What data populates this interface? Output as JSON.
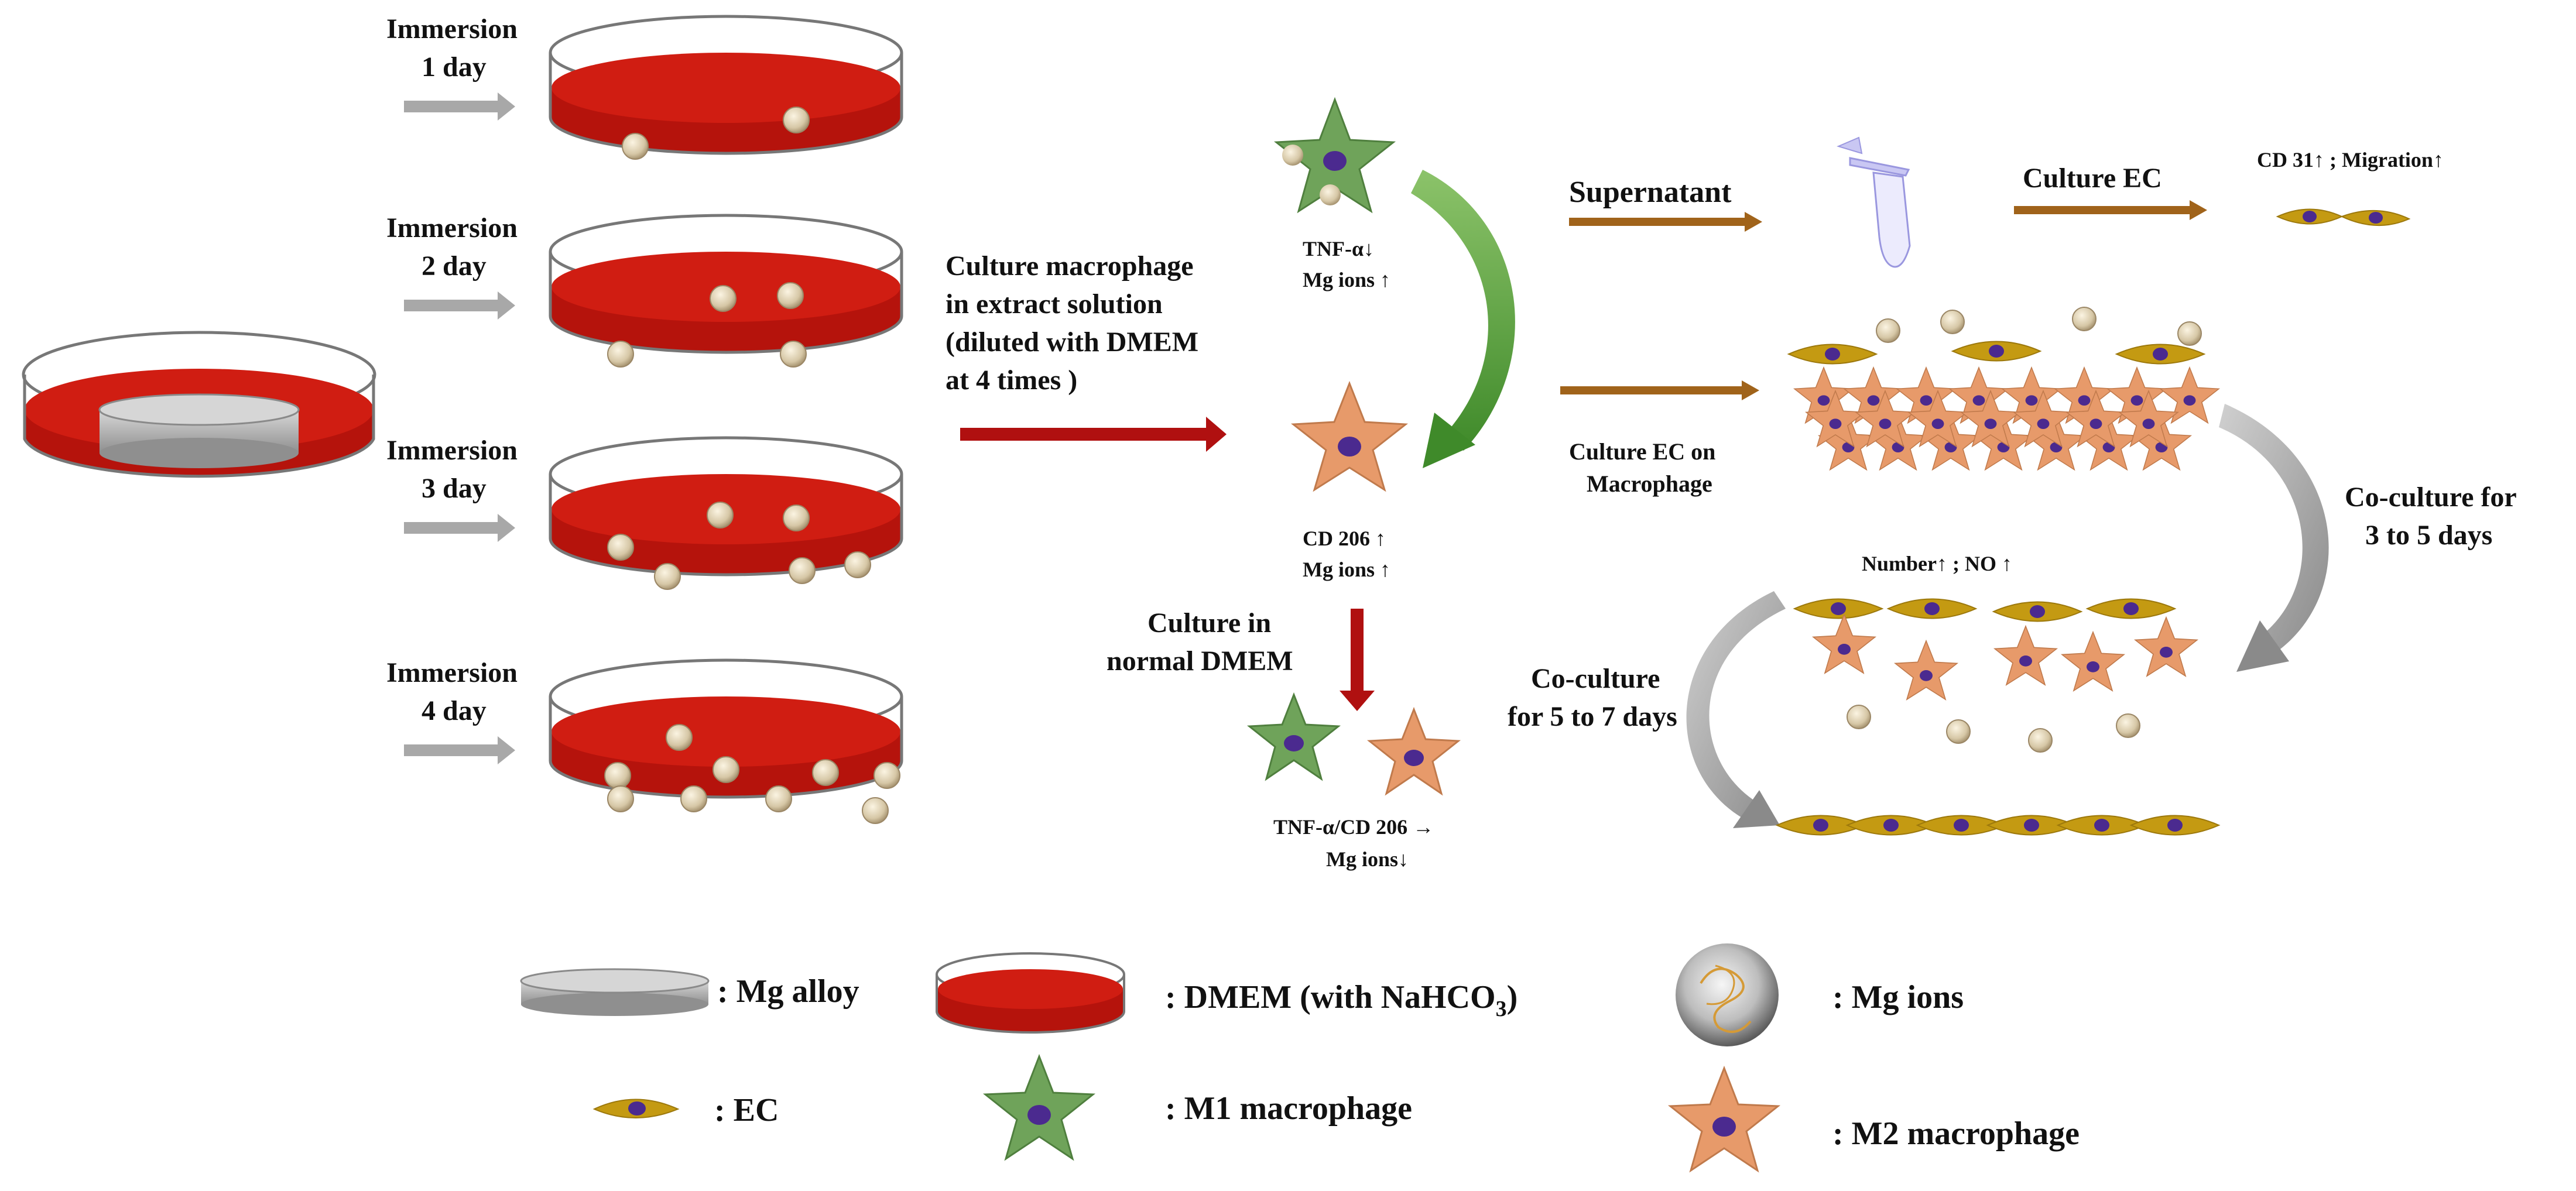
{
  "colors": {
    "medium_red": "#c8180f",
    "medium_dark": "#8e0c05",
    "dish_glass": "#ffffff",
    "alloy": "#b9b9b9",
    "mg_ion": "#d6c7a6",
    "m1": "#6fa35a",
    "m2": "#e79a6a",
    "nucleus": "#4b2a8f",
    "ec_body": "#c49a12",
    "arrow_grey": "#a8a8a8",
    "arrow_brown": "#a0631a",
    "arrow_red": "#b01010",
    "arrow_green": "#5aa03c"
  },
  "immersion": [
    {
      "line1": "Immersion",
      "line2": "1 day",
      "ions": 2
    },
    {
      "line1": "Immersion",
      "line2": "2 day",
      "ions": 4
    },
    {
      "line1": "Immersion",
      "line2": "3 day",
      "ions": 6
    },
    {
      "line1": "Immersion",
      "line2": "4 day",
      "ions": 9
    }
  ],
  "culture_macrophage": {
    "line1": "Culture macrophage",
    "line2": "in extract solution",
    "line3": "(diluted with DMEM",
    "line4": "at 4 times )"
  },
  "m1_note": {
    "line1": "TNF-α↓",
    "line2": "Mg ions ↑"
  },
  "m2_note": {
    "line1": "CD 206 ↑",
    "line2": "Mg ions ↑"
  },
  "normal_dmem": {
    "line1": "Culture in",
    "line2": "normal DMEM"
  },
  "normal_note": {
    "line1": "TNF-α/CD 206 →",
    "line2": "Mg ions↓"
  },
  "supernatant": "Supernatant",
  "culture_ec": "Culture EC",
  "cd31_note": "CD 31↑ ; Migration↑",
  "culture_ec_on": {
    "line1": "Culture EC on",
    "line2": "Macrophage"
  },
  "coculture_3_5": {
    "line1": "Co-culture for",
    "line2": "3 to 5 days"
  },
  "number_no": "Number↑ ; NO ↑",
  "coculture_5_7": {
    "line1": "Co-culture",
    "line2": "for 5 to 7 days"
  },
  "legend": {
    "mg_alloy": ": Mg alloy",
    "dmem_main": ": DMEM (with NaHCO",
    "dmem_sub": "3",
    "dmem_close": ")",
    "mg_ions": ": Mg ions",
    "ec": ": EC",
    "m1": ":  M1 macrophage",
    "m2": ":  M2 macrophage"
  }
}
